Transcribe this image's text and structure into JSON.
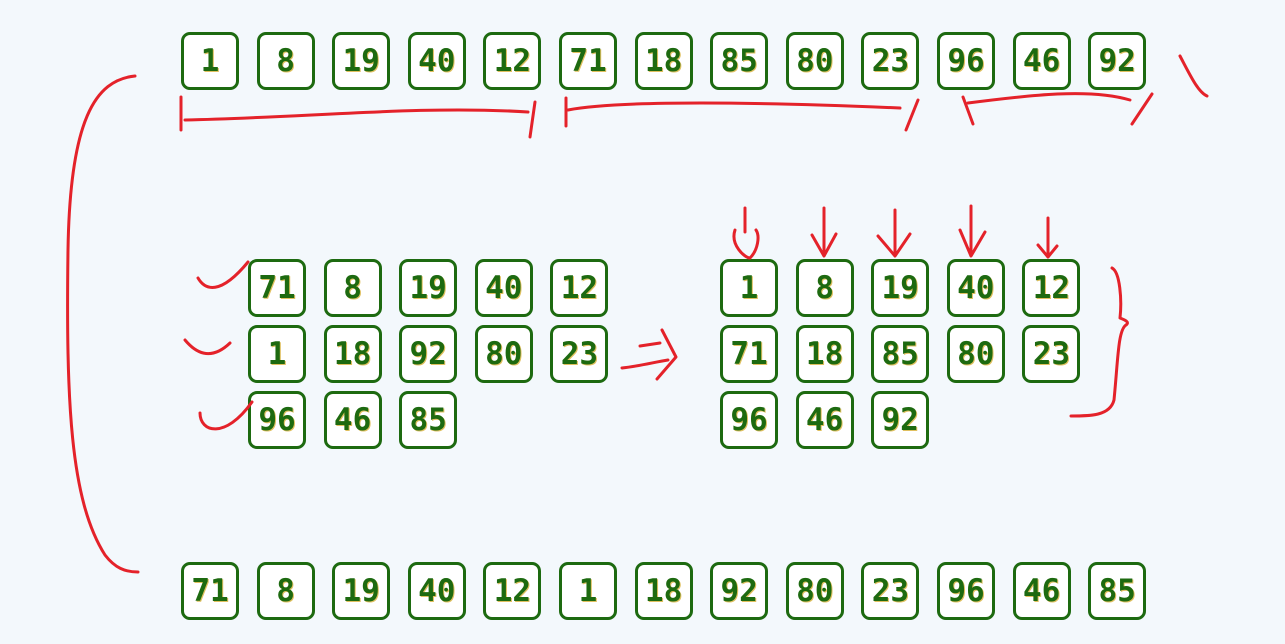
{
  "top_row": [
    1,
    8,
    19,
    40,
    12,
    71,
    18,
    85,
    80,
    23,
    96,
    46,
    92
  ],
  "left_grid": [
    [
      71,
      8,
      19,
      40,
      12
    ],
    [
      1,
      18,
      92,
      80,
      23
    ],
    [
      96,
      46,
      85
    ]
  ],
  "right_grid": [
    [
      1,
      8,
      19,
      40,
      12
    ],
    [
      71,
      18,
      85,
      80,
      23
    ],
    [
      96,
      46,
      92
    ]
  ],
  "bottom_row": [
    71,
    8,
    19,
    40,
    12,
    1,
    18,
    92,
    80,
    23,
    96,
    46,
    85
  ],
  "colors": {
    "box_border": "#1d6a10",
    "annotation": "#e4222a",
    "background": "#f3f8fc"
  }
}
